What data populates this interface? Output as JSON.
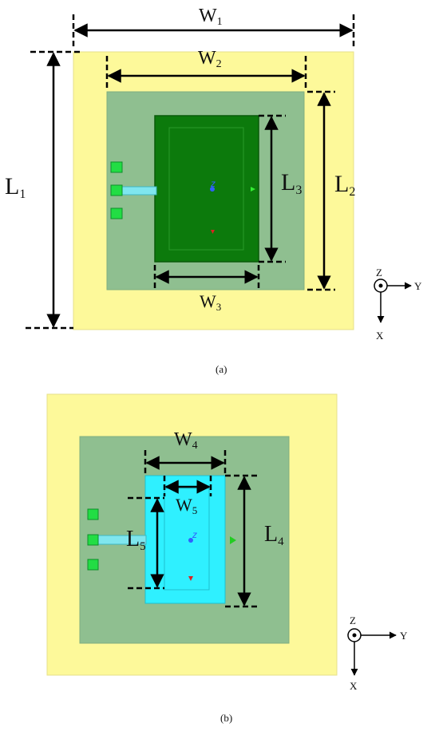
{
  "colors": {
    "substrate_outer": "#fdf99a",
    "substrate_inner": "#8fbf90",
    "patch_top": "#0c7a0c",
    "patch_top_edge": "#0a5f0a",
    "patch_bottom": "#2ff0ff",
    "feed_pad": "#22dd44",
    "feed_line": "#7fe6ee",
    "dim_line": "#000000"
  },
  "panel_a": {
    "caption": "(a)",
    "labels": {
      "w1": {
        "main": "W",
        "sub": "1"
      },
      "w2": {
        "main": "W",
        "sub": "2"
      },
      "w3": {
        "main": "W",
        "sub": "3"
      },
      "l1": {
        "main": "L",
        "sub": "1"
      },
      "l2": {
        "main": "L",
        "sub": "2"
      },
      "l3": {
        "main": "L",
        "sub": "3"
      }
    },
    "marker": "z"
  },
  "panel_b": {
    "caption": "(b)",
    "labels": {
      "w4": {
        "main": "W",
        "sub": "4"
      },
      "w5": {
        "main": "W",
        "sub": "5"
      },
      "l4": {
        "main": "L",
        "sub": "4"
      },
      "l5": {
        "main": "L",
        "sub": "5"
      }
    },
    "marker": "z"
  },
  "axes": {
    "z": "Z",
    "y": "Y",
    "x": "X"
  }
}
